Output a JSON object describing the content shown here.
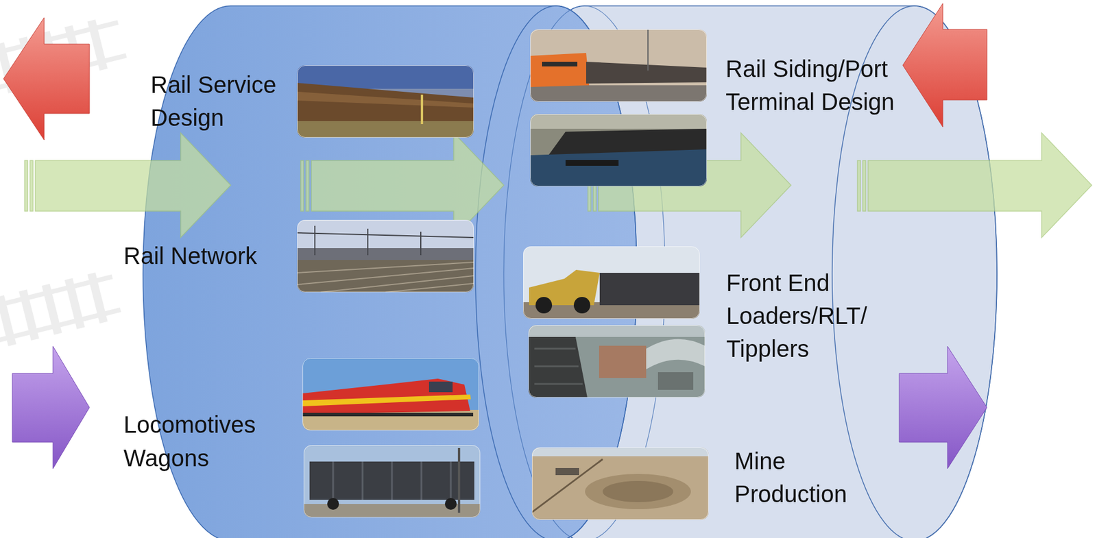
{
  "diagram": {
    "labels": [
      "Rail Service Design",
      "Rail Siding/Port Terminal Design",
      "Rail Network",
      "Front End Loaders/RLT/ Tipplers",
      "Locomotives",
      "Wagons",
      "Mine Production"
    ]
  }
}
